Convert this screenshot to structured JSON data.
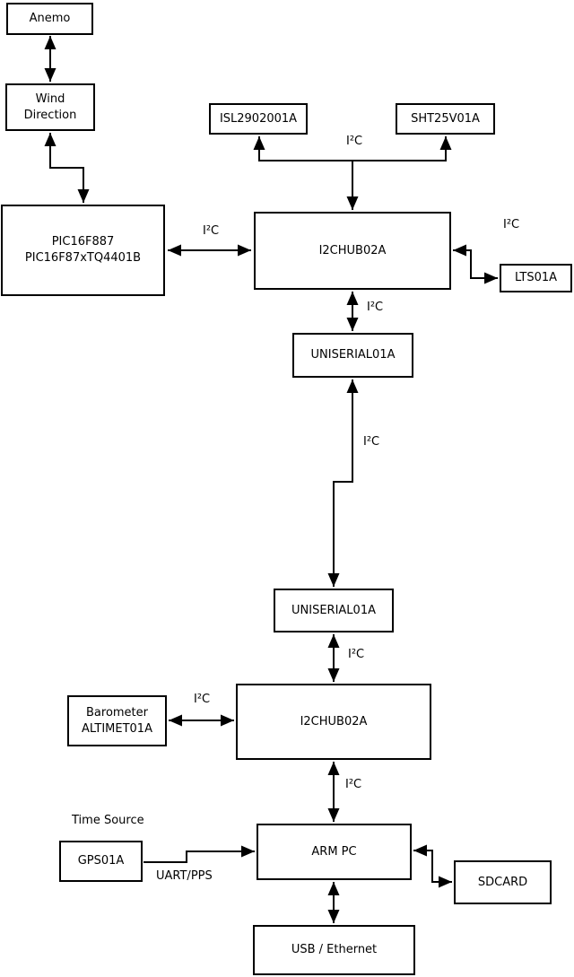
{
  "diagram": {
    "background_color": "#ffffff",
    "line_color": "#000000",
    "nodes": {
      "anemo": {
        "label": "Anemo"
      },
      "wind_direction": {
        "line1": "Wind",
        "line2": "Direction"
      },
      "pic": {
        "line1": "PIC16F887",
        "line2": "PIC16F87xTQ4401B"
      },
      "isl": {
        "label": "ISL2902001A"
      },
      "sht": {
        "label": "SHT25V01A"
      },
      "i2chub_top": {
        "label": "I2CHUB02A"
      },
      "lts": {
        "label": "LTS01A"
      },
      "uniserial_top": {
        "label": "UNISERIAL01A"
      },
      "uniserial_bottom": {
        "label": "UNISERIAL01A"
      },
      "i2chub_bottom": {
        "label": "I2CHUB02A"
      },
      "barometer": {
        "line1": "Barometer",
        "line2": "ALTIMET01A"
      },
      "gps": {
        "label": "GPS01A"
      },
      "arm_pc": {
        "label": "ARM PC"
      },
      "sdcard": {
        "label": "SDCARD"
      },
      "usb_ethernet": {
        "label": "USB / Ethernet"
      }
    },
    "edge_labels": {
      "i2c_sensor_bus": "I²C",
      "i2c_pic_hub": "I²C",
      "i2c_hub_lts": "I²C",
      "i2c_hub_uniserial": "I²C",
      "i2c_uniserial_link": "I²C",
      "i2c_uniserial_hub2": "I²C",
      "i2c_barometer_hub2": "I²C",
      "i2c_hub2_armpc": "I²C",
      "uart_pps": "UART/PPS"
    },
    "annotations": {
      "time_source": "Time Source"
    }
  }
}
